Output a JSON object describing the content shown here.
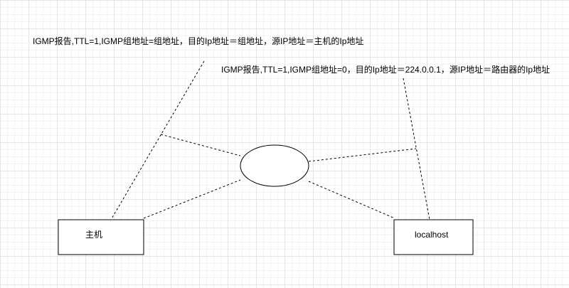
{
  "diagram": {
    "annotations": {
      "host_report": "IGMP报告,TTL=1,IGMP组地址=组地址，目的Ip地址＝组地址，源IP地址＝主机的Ip地址",
      "router_query": "IGMP报告,TTL=1,IGMP组地址=0，目的Ip地址＝224.0.0.1，源IP地址＝路由器的Ip地址"
    },
    "nodes": {
      "host": "主机",
      "router": "localhost"
    },
    "colors": {
      "stroke": "#000000",
      "fill": "#ffffff",
      "grid": "#e6e6e6"
    }
  }
}
